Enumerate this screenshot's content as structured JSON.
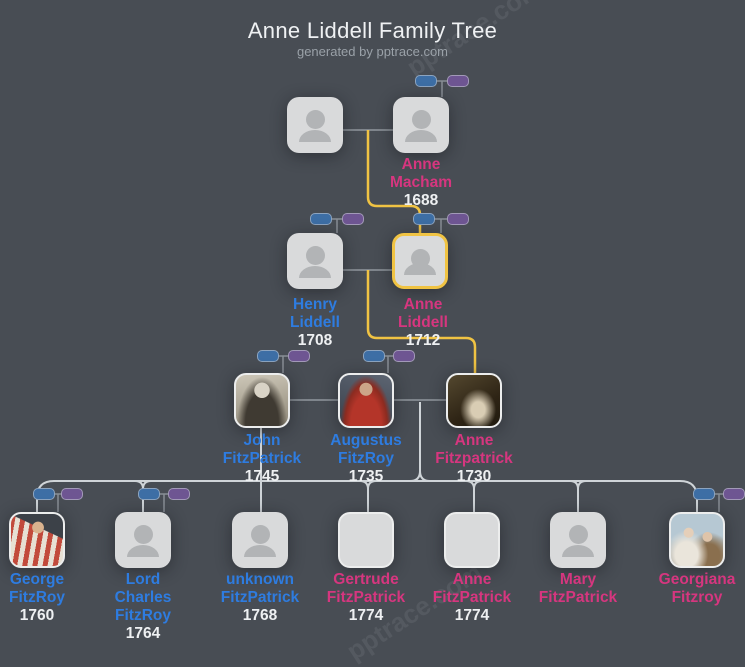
{
  "title": "Anne Liddell Family Tree",
  "subtitle": "generated by pptrace.com",
  "watermark": "pptrace.com",
  "colors": {
    "background": "#484d54",
    "male_name": "#2e7ce0",
    "female_name": "#d6367f",
    "year_text": "#eef0f2",
    "highlight_border": "#f0c343",
    "lineage_line": "#f0c343",
    "union_line": "#7f858c",
    "descent_line": "#cfd4d8",
    "chip_blue": "#3d6ea5",
    "chip_purple": "#6e5592"
  },
  "people": [
    {
      "id": "unknown-partner",
      "lines": [],
      "year": "",
      "gender": "unknown"
    },
    {
      "id": "anne-macham",
      "lines": [
        "Anne",
        "Macham"
      ],
      "year": "1688",
      "gender": "female"
    },
    {
      "id": "henry-liddell",
      "lines": [
        "Henry",
        "Liddell"
      ],
      "year": "1708",
      "gender": "male"
    },
    {
      "id": "anne-liddell",
      "lines": [
        "Anne",
        "Liddell"
      ],
      "year": "1712",
      "gender": "female",
      "highlighted": true
    },
    {
      "id": "john-fitzpatrick",
      "lines": [
        "John",
        "FitzPatrick"
      ],
      "year": "1745",
      "gender": "male"
    },
    {
      "id": "augustus-fitzroy",
      "lines": [
        "Augustus",
        "FitzRoy"
      ],
      "year": "1735",
      "gender": "male"
    },
    {
      "id": "anne-fitzpatrick",
      "lines": [
        "Anne",
        "Fitzpatrick"
      ],
      "year": "1730",
      "gender": "female"
    },
    {
      "id": "george-fitzroy",
      "lines": [
        "George",
        "FitzRoy"
      ],
      "year": "1760",
      "gender": "male"
    },
    {
      "id": "lord-charles-fitzroy",
      "lines": [
        "Lord",
        "Charles",
        "FitzRoy"
      ],
      "year": "1764",
      "gender": "male"
    },
    {
      "id": "unknown-fitzpatrick",
      "lines": [
        "unknown",
        "FitzPatrick"
      ],
      "year": "1768",
      "gender": "male"
    },
    {
      "id": "gertrude-fitzpatrick",
      "lines": [
        "Gertrude",
        "FitzPatrick"
      ],
      "year": "1774",
      "gender": "female"
    },
    {
      "id": "anne-fitzpatrick-jr",
      "lines": [
        "Anne",
        "FitzPatrick"
      ],
      "year": "1774",
      "gender": "female"
    },
    {
      "id": "mary-fitzpatrick",
      "lines": [
        "Mary",
        "FitzPatrick"
      ],
      "year": "",
      "gender": "female"
    },
    {
      "id": "georgiana-fitzroy",
      "lines": [
        "Georgiana",
        "Fitzroy"
      ],
      "year": "",
      "gender": "female"
    }
  ]
}
